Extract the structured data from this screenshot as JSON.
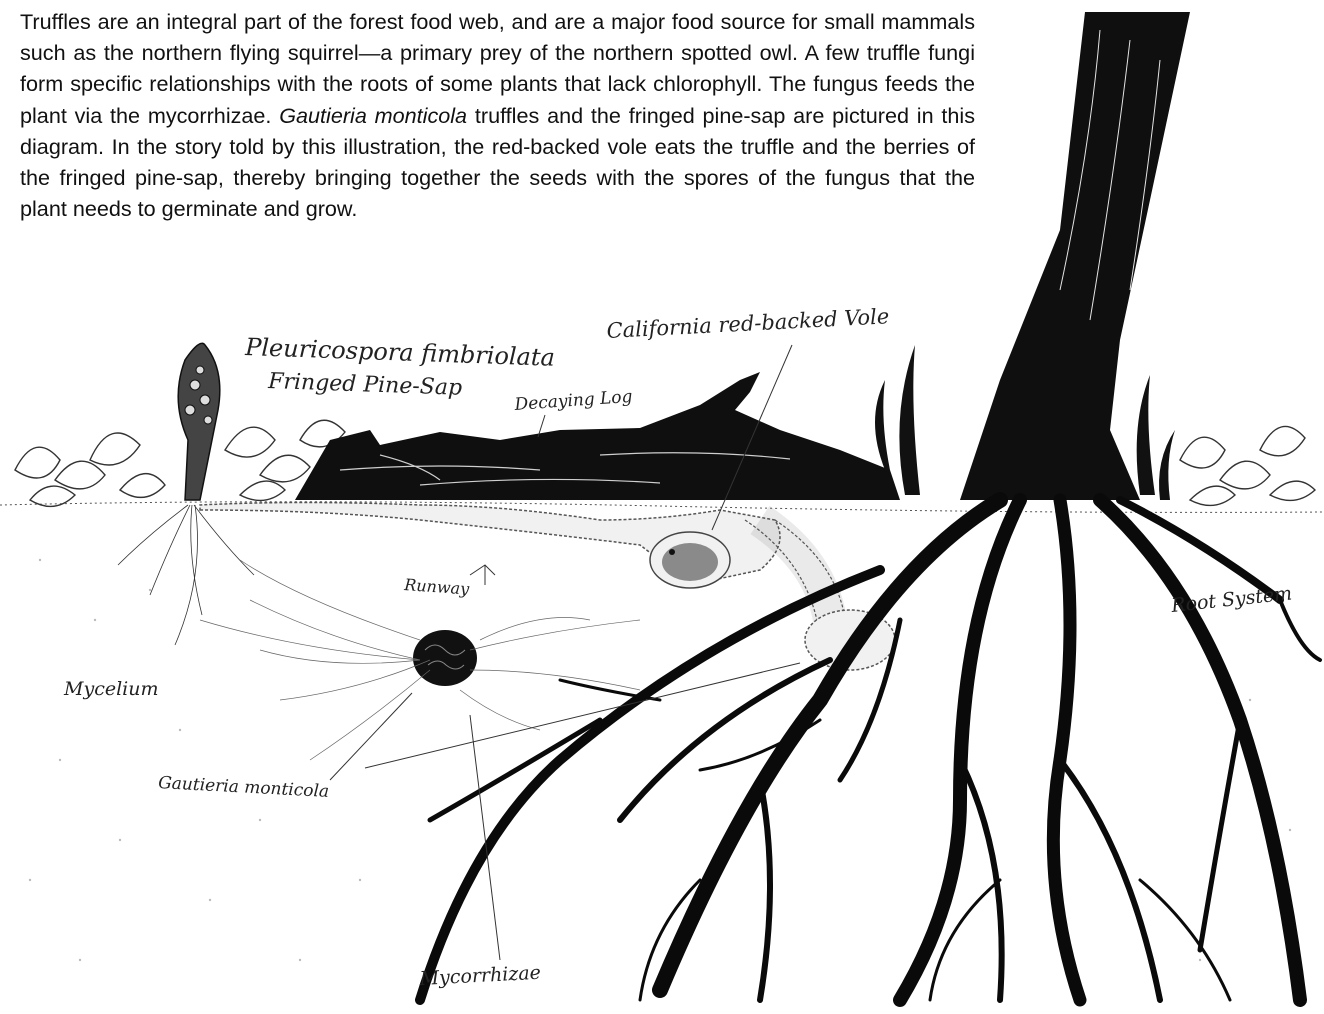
{
  "intro": {
    "part1": "Truffles are an integral part of the forest food web, and are a major food source for small mammals such as the northern flying squirrel—a primary prey of the northern spotted owl. A few truffle fungi form specific relationships with the roots of some plants that lack chlorophyll.  The fungus feeds the plant via the mycorrhizae. ",
    "species_italic": "Gautieria monticola",
    "part2": " truffles and the fringed pine-sap are pictured in this diagram. In the story told by this illustration, the red-backed vole eats the truffle and the berries of the fringed pine-sap, thereby bringing together the seeds with the spores of the fungus that the plant needs to germinate and grow."
  },
  "labels": {
    "plant_scientific": "Pleuricospora fimbriolata",
    "plant_common": "Fringed Pine-Sap",
    "log": "Decaying Log",
    "vole": "California red-backed Vole",
    "runway": "Runway",
    "root_system": "Root System",
    "mycelium": "Mycelium",
    "truffle": "Gautieria monticola",
    "mycorrhizae": "Mycorrhizae"
  },
  "colors": {
    "ink": "#0a0a0a",
    "paper": "#ffffff",
    "burrow": "#f1f1f1"
  }
}
